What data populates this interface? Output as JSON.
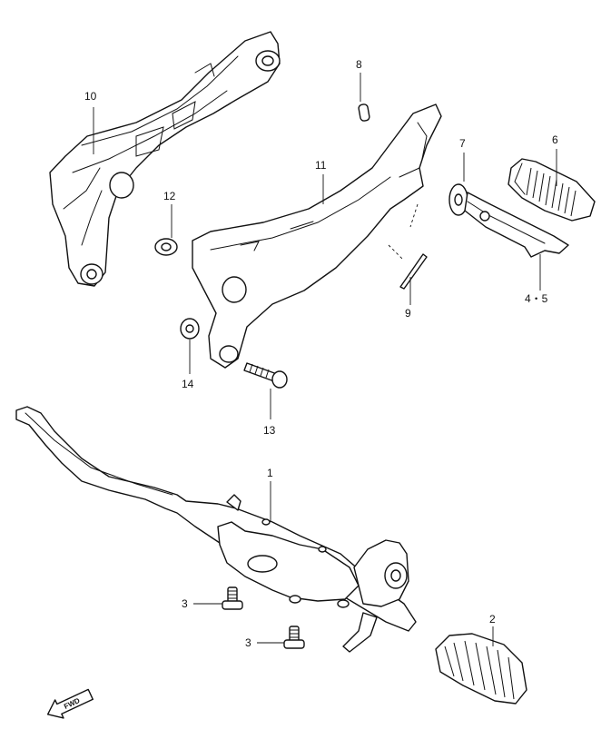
{
  "callouts": {
    "p1": "1",
    "p2": "2",
    "p3a": "3",
    "p3b": "3",
    "p45": "4・5",
    "p6": "6",
    "p7": "7",
    "p8": "8",
    "p9": "9",
    "p10": "10",
    "p11": "11",
    "p12": "12",
    "p13": "13",
    "p14": "14"
  },
  "fwd_arrow": {
    "text": "FWD"
  },
  "colors": {
    "line": "#111111",
    "background": "#ffffff"
  }
}
